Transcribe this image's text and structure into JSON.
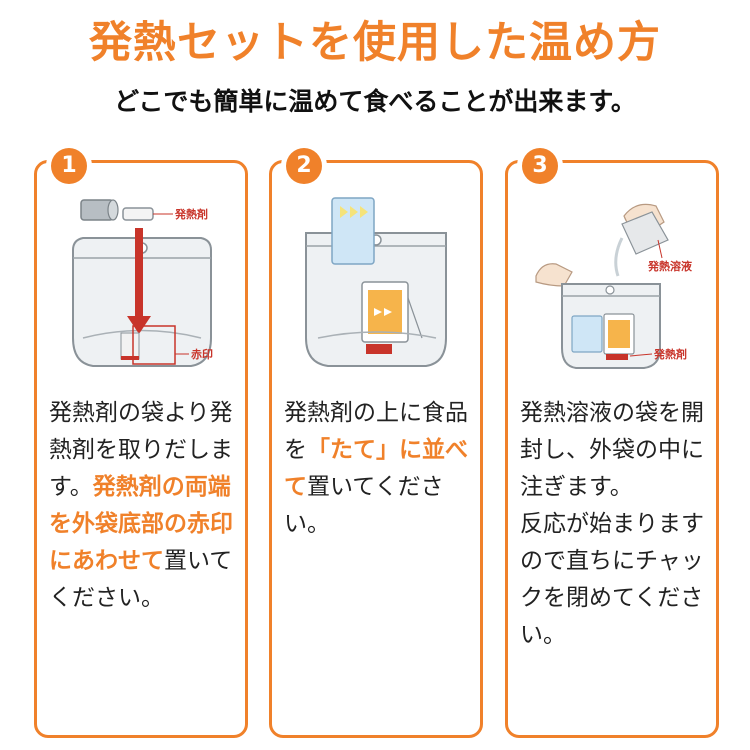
{
  "title": "発熱セットを使用した温め方",
  "subtitle": "どこでも簡単に温めて食べることが出来ます。",
  "steps": [
    {
      "number": "1",
      "labels": [
        "発熱剤",
        "赤印"
      ],
      "text_a": "発熱剤の袋より発熱剤を取りだします。",
      "highlight": "発熱剤の両端を外袋底部の赤印にあわせて",
      "text_b": "置いてください。"
    },
    {
      "number": "2",
      "text_a": "発熱剤の上に食品を",
      "highlight": "「たて」に並べて",
      "text_b": "置いてください。"
    },
    {
      "number": "3",
      "labels": [
        "発熱溶液",
        "発熱剤"
      ],
      "text_a": "発熱溶液の袋を開封し、外袋の中に注ぎます。",
      "text_b": "反応が始まりますので直ちにチャックを閉めてください。"
    }
  ],
  "colors": {
    "accent": "#f0812a",
    "red_mark": "#c8342a"
  }
}
